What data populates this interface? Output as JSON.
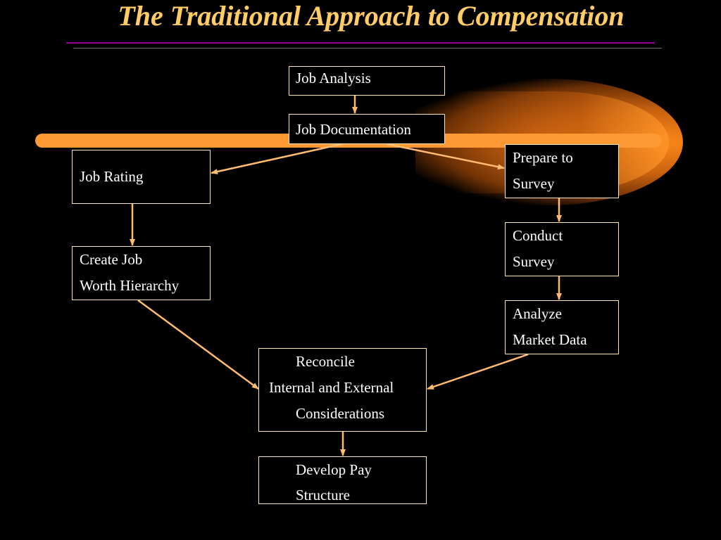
{
  "title": "The Traditional Approach to Compensation",
  "colors": {
    "accent": "#ff9933",
    "title": "#ffcc66",
    "arrow": "#ffbb70"
  },
  "nodes": {
    "job_analysis": [
      "Job Analysis"
    ],
    "job_documentation": [
      "Job Documentation"
    ],
    "job_rating": [
      "Job Rating"
    ],
    "prepare_survey": [
      "Prepare to",
      "Survey"
    ],
    "create_hierarchy": [
      "Create Job",
      "Worth Hierarchy"
    ],
    "conduct_survey": [
      "Conduct",
      "Survey"
    ],
    "analyze_market": [
      "Analyze",
      "Market Data"
    ],
    "reconcile": [
      "Reconcile",
      "Internal and External",
      "Considerations"
    ],
    "develop_pay": [
      "Develop Pay",
      "Structure"
    ]
  }
}
